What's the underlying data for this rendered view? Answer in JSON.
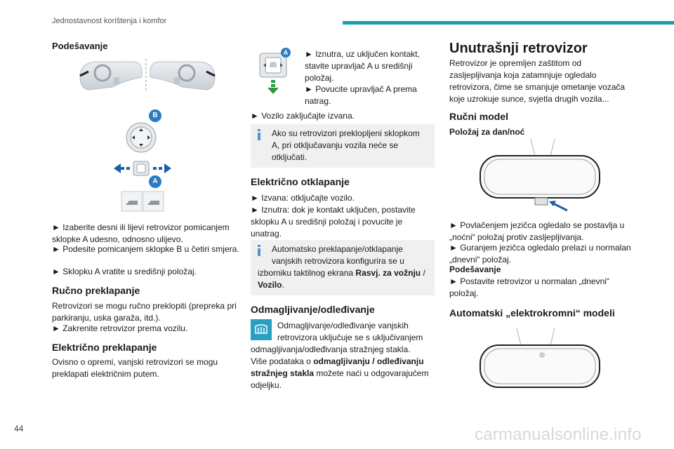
{
  "header": {
    "title": "Jednostavnost korištenja i komfor"
  },
  "page_number": "44",
  "watermark": "carmanualsonline.info",
  "col1": {
    "heading": "Podešavanje",
    "label_b": "B",
    "label_a": "A",
    "p1": "► Izaberite desni ili lijevi retrovizor pomicanjem sklopke A udesno, odnosno ulijevo.",
    "p2": "► Podesite pomicanjem sklopke B u četiri smjera.",
    "p3": "► Sklopku A vratite u središnji položaj.",
    "h_manual": "Ručno preklapanje",
    "p_manual1": "Retrovizori se mogu ručno preklopiti (prepreka pri parkiranju, uska garaža, itd.).",
    "p_manual2": "► Zakrenite retrovizor prema vozilu.",
    "h_electric": "Električno preklapanje",
    "p_electric": "Ovisno o opremi, vanjski retrovizori se mogu preklapati električnim putem."
  },
  "col2": {
    "label_a": "A",
    "p_inside1": "► Iznutra, uz uključen kontakt, stavite upravljač A u središnji položaj.",
    "p_inside2": "► Povucite upravljač A prema natrag.",
    "p_lock": "► Vozilo zaključajte izvana.",
    "info1": "Ako su retrovizori preklopljeni sklopkom A, pri otključavanju vozila neće se otključati.",
    "h_unfold": "Električno otklapanje",
    "p_unfold1": "► Izvana: otključajte vozilo.",
    "p_unfold2": "► Iznutra: dok je kontakt uključen, postavite sklopku A u središnji položaj i povucite je unatrag.",
    "info2_line1": "Automatsko preklapanje/otklapanje",
    "info2_line2": "vanjskih retrovizora konfigurira se u",
    "info2_line3_pre": "izborniku taktilnog ekrana ",
    "info2_bold1": "Rasvj. za vožnju",
    "info2_sep": " / ",
    "info2_bold2": "Vozilo",
    "info2_end": ".",
    "h_defog": "Odmagljivanje/odleđivanje",
    "p_defog_line1": "Odmagljivanje/odleđivanje vanjskih",
    "p_defog_line2": "retrovizora uključuje se s uključivanjem",
    "p_defog_line3": "odmagljivanja/odleđivanja stražnjeg stakla.",
    "p_defog_line4": "Više podataka o ",
    "p_defog_bold": "odmagljivanju / odleđivanju stražnjeg stakla",
    "p_defog_end": " možete naći u odgovarajućem odjeljku."
  },
  "col3": {
    "title": "Unutrašnji retrovizor",
    "intro": "Retrovizor je opremljen zaštitom od zasljepljivanja koja zatamnjuje ogledalo retrovizora, čime se smanjuje ometanje vozača koje uzrokuje sunce, svjetla drugih vozila...",
    "h_manual": "Ručni model",
    "sub_daynight": "Položaj za dan/noć",
    "p1": "► Povlačenjem jezičca ogledalo se postavlja u „noćni“ položaj protiv zasljepljivanja.",
    "p2": "► Guranjem jezičca ogledalo prelazi u normalan „dnevni“ položaj.",
    "sub_adjust": "Podešavanje",
    "p3": "► Postavite retrovizor u normalan „dnevni“ položaj.",
    "h_auto": "Automatski „elektrokromni“ modeli"
  }
}
